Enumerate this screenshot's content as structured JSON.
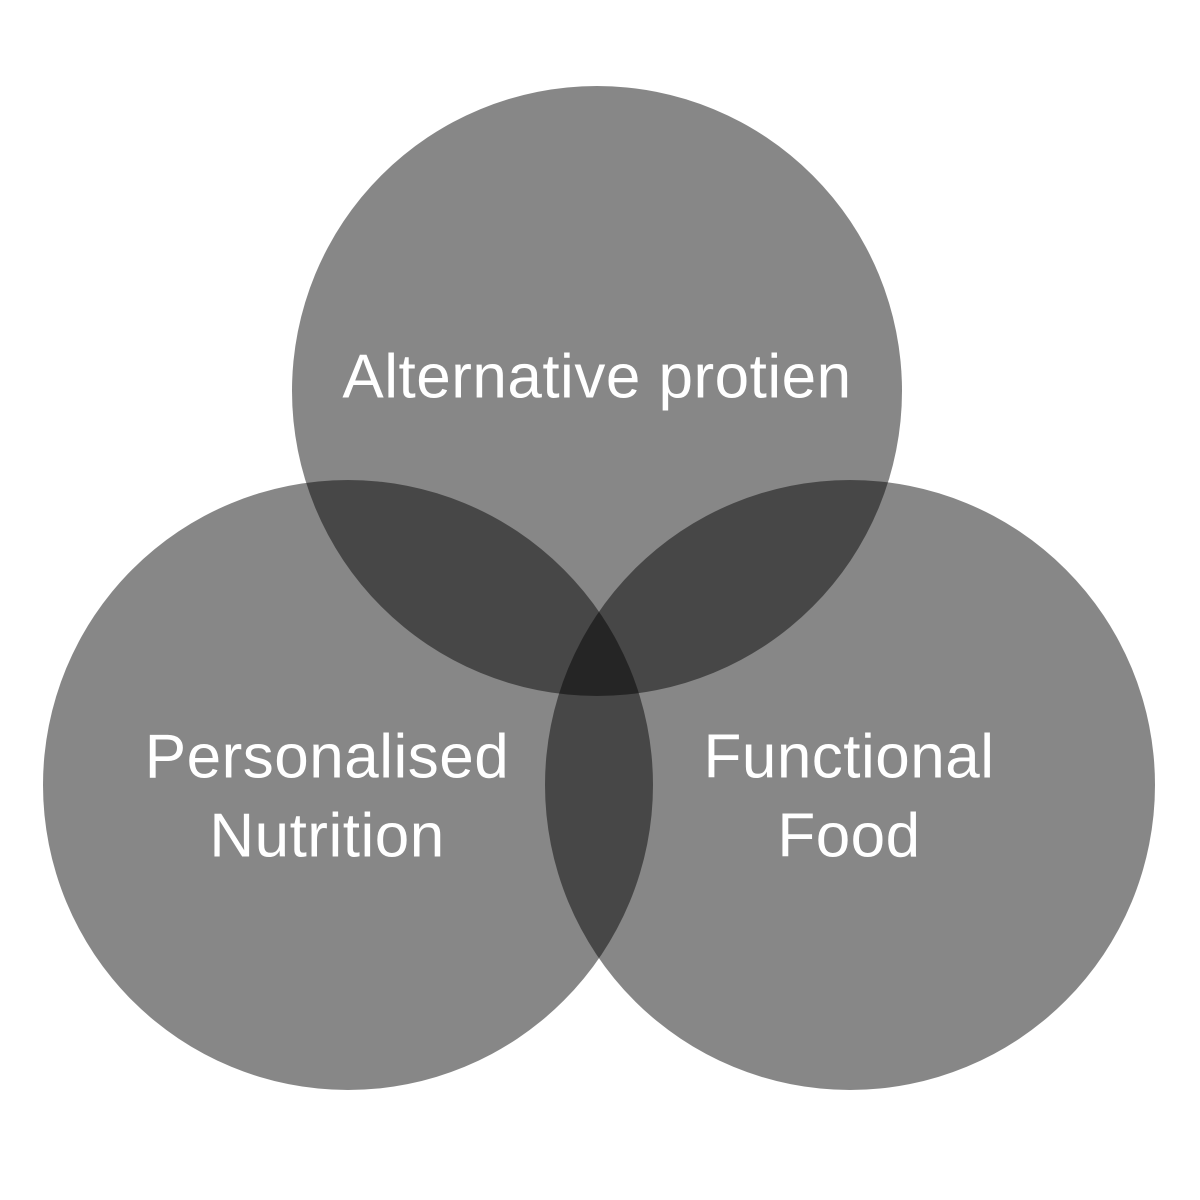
{
  "diagram": {
    "type": "venn-3-circles",
    "background_color": "#ffffff",
    "circle_fill_color": "#000000",
    "circle_opacity": "0.47",
    "base_circle_gray": "#868686",
    "pairwise_overlap_gray": "#484848",
    "triple_overlap_gray": "#262626",
    "label_color": "#ffffff"
  },
  "labels": {
    "top": {
      "full": "Alternative protien",
      "line1": "Alternative protien"
    },
    "bottom_left": {
      "full": "Personalised Nutrition",
      "line1": "Personalised",
      "line2": "Nutrition"
    },
    "bottom_right": {
      "full": "Functional Food",
      "line1": "Functional",
      "line2": "Food"
    }
  }
}
